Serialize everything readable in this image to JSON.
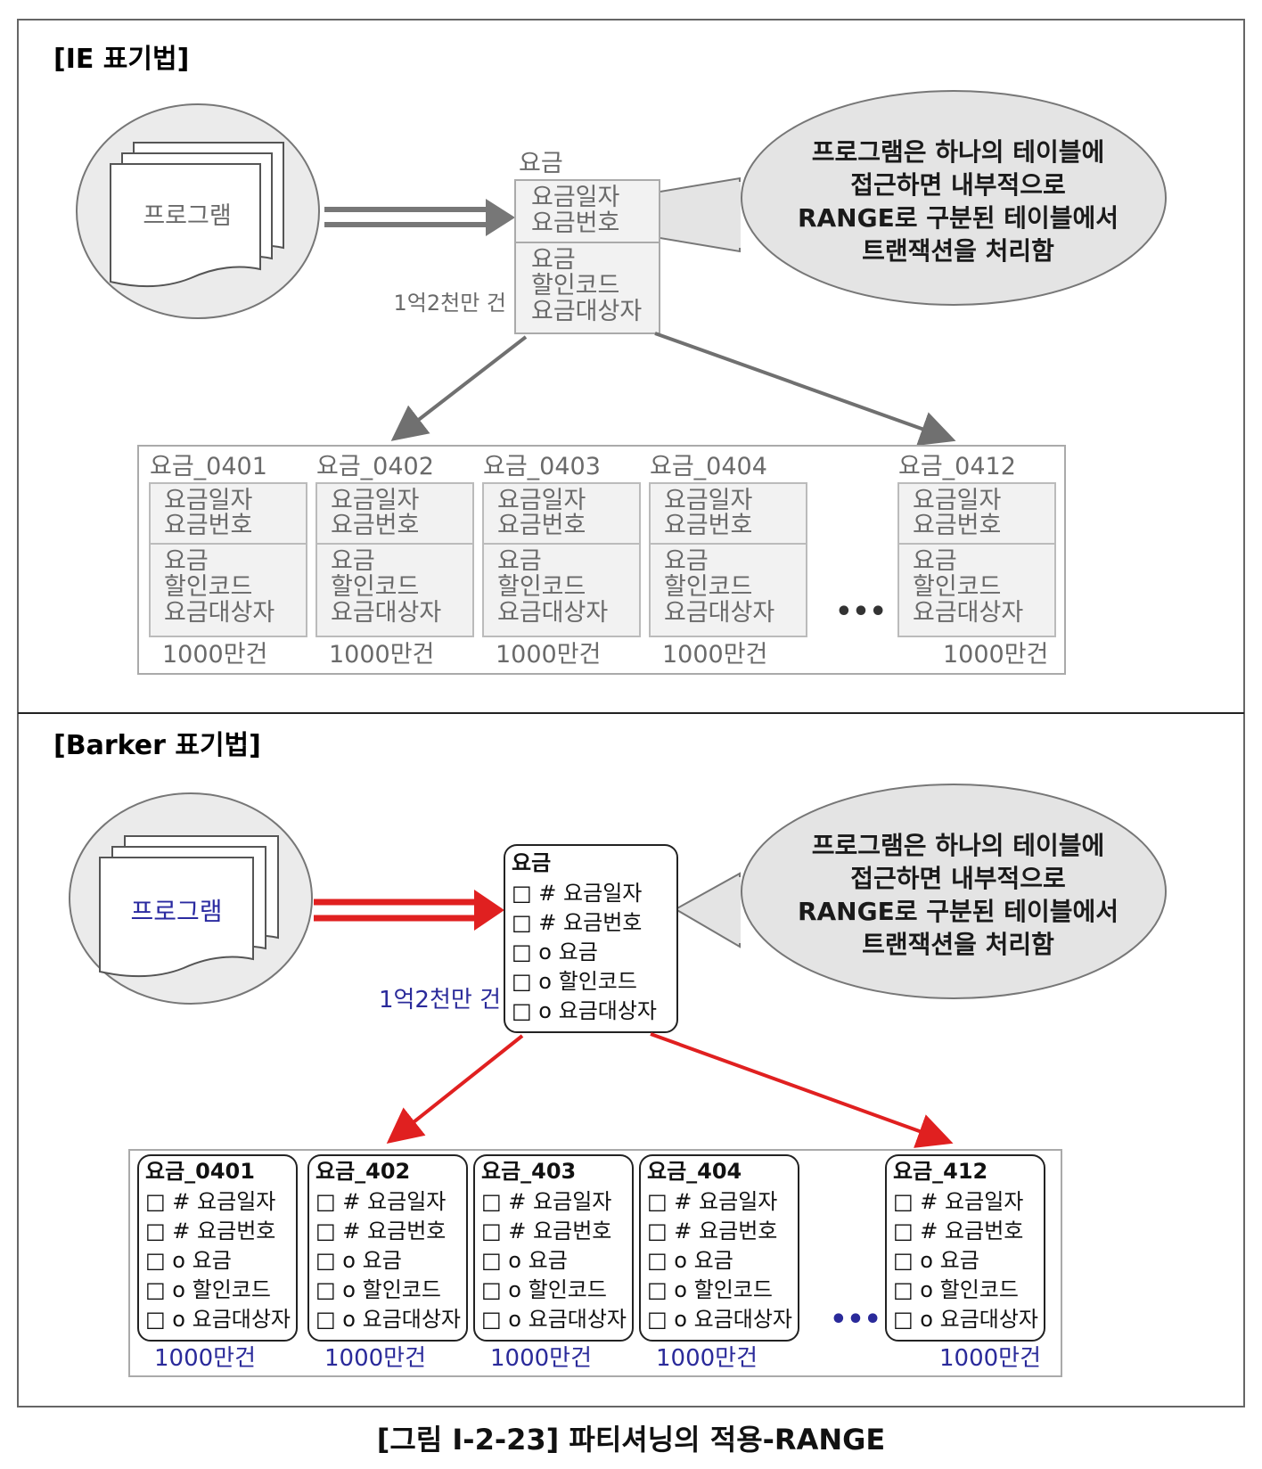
{
  "ie_section": {
    "title": "[IE 표기법]",
    "program_label": "프로그램",
    "main_entity": {
      "name": "요금",
      "key_attrs": [
        "요금일자",
        "요금번호"
      ],
      "attrs": [
        "요금",
        "할인코드",
        "요금대상자"
      ],
      "count": "1억2천만 건"
    },
    "callout_lines": [
      "프로그램은 하나의 테이블에",
      "접근하면 내부적으로",
      "RANGE로 구분된 테이블에서",
      "트랜잭션을 처리함"
    ],
    "partitions": [
      {
        "name": "요금_0401",
        "key_attrs": [
          "요금일자",
          "요금번호"
        ],
        "attrs": [
          "요금",
          "할인코드",
          "요금대상자"
        ],
        "count": "1000만건"
      },
      {
        "name": "요금_0402",
        "key_attrs": [
          "요금일자",
          "요금번호"
        ],
        "attrs": [
          "요금",
          "할인코드",
          "요금대상자"
        ],
        "count": "1000만건"
      },
      {
        "name": "요금_0403",
        "key_attrs": [
          "요금일자",
          "요금번호"
        ],
        "attrs": [
          "요금",
          "할인코드",
          "요금대상자"
        ],
        "count": "1000만건"
      },
      {
        "name": "요금_0404",
        "key_attrs": [
          "요금일자",
          "요금번호"
        ],
        "attrs": [
          "요금",
          "할인코드",
          "요금대상자"
        ],
        "count": "1000만건"
      },
      {
        "name": "요금_0412",
        "key_attrs": [
          "요금일자",
          "요금번호"
        ],
        "attrs": [
          "요금",
          "할인코드",
          "요금대상자"
        ],
        "count": "1000만건"
      }
    ],
    "ellipsis": "•••"
  },
  "barker_section": {
    "title": "[Barker 표기법]",
    "program_label": "프로그램",
    "main_entity": {
      "name": "요금",
      "attrs": [
        "□ # 요금일자",
        "□ # 요금번호",
        "□ o 요금",
        "□ o 할인코드",
        "□ o 요금대상자"
      ],
      "count": "1억2천만 건"
    },
    "callout_lines": [
      "프로그램은 하나의 테이블에",
      "접근하면 내부적으로",
      "RANGE로 구분된 테이블에서",
      "트랜잭션을 처리함"
    ],
    "partitions": [
      {
        "name": "요금_0401",
        "attrs": [
          "□ # 요금일자",
          "□ # 요금번호",
          "□ o 요금",
          "□ o 할인코드",
          "□ o 요금대상자"
        ],
        "count": "1000만건"
      },
      {
        "name": "요금_402",
        "attrs": [
          "□ # 요금일자",
          "□ # 요금번호",
          "□ o 요금",
          "□ o 할인코드",
          "□ o 요금대상자"
        ],
        "count": "1000만건"
      },
      {
        "name": "요금_403",
        "attrs": [
          "□ # 요금일자",
          "□ # 요금번호",
          "□ o 요금",
          "□ o 할인코드",
          "□ o 요금대상자"
        ],
        "count": "1000만건"
      },
      {
        "name": "요금_404",
        "attrs": [
          "□ # 요금일자",
          "□ # 요금번호",
          "□ o 요금",
          "□ o 할인코드",
          "□ o 요금대상자"
        ],
        "count": "1000만건"
      },
      {
        "name": "요금_412",
        "attrs": [
          "□ # 요금일자",
          "□ # 요금번호",
          "□ o 요금",
          "□ o 할인코드",
          "□ o 요금대상자"
        ],
        "count": "1000만건"
      }
    ],
    "ellipsis": "•••"
  },
  "caption": "[그림 Ⅰ-2-23] 파티셔닝의 적용-RANGE",
  "colors": {
    "barker_arrow": "#e02020",
    "ie_arrow": "#707070",
    "callout_fill": "#e4e4e4",
    "fan": "#e2e2e2"
  }
}
